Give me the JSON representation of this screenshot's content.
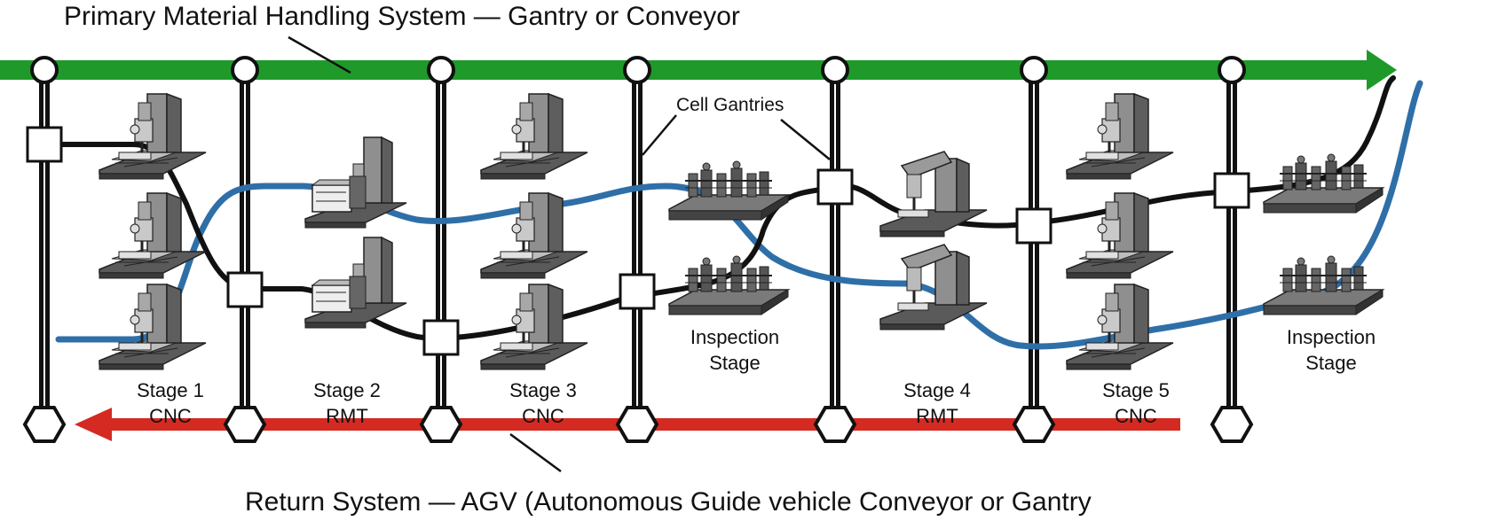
{
  "primary_system_label": "Primary Material Handling System — Gantry or Conveyor",
  "return_system_label": "Return System — AGV (Autonomous Guide vehicle Conveyor or Gantry",
  "cell_gantries_label": "Cell Gantries",
  "stages": [
    {
      "line1": "Stage 1",
      "line2": "CNC"
    },
    {
      "line1": "Stage 2",
      "line2": "RMT"
    },
    {
      "line1": "Stage 3",
      "line2": "CNC"
    },
    {
      "line1": "Inspection",
      "line2": "Stage"
    },
    {
      "line1": "Stage 4",
      "line2": "RMT"
    },
    {
      "line1": "Stage 5",
      "line2": "CNC"
    },
    {
      "line1": "Inspection",
      "line2": "Stage"
    }
  ],
  "colors": {
    "primary_conveyor": "#1f9a2a",
    "return_conveyor": "#d42a22",
    "black_route": "#111111",
    "blue_route": "#2f6fa8",
    "machine_fill": "#9a9a9a"
  },
  "icons": [
    "cnc-mill-icon",
    "rmt-machine-icon",
    "inspection-station-icon"
  ]
}
